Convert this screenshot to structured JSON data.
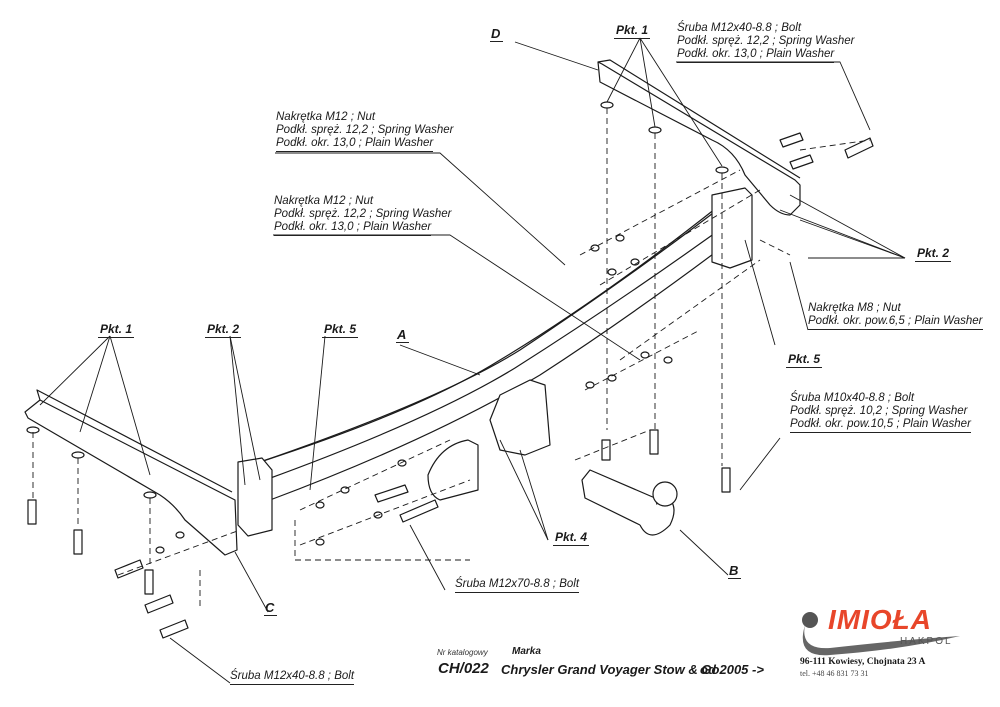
{
  "labels": {
    "top_right_bolt": [
      "Śruba M12x40-8.8 ;  Bolt",
      "Podkł. spręż. 12,2 ; Spring Washer",
      "Podkł.  okr. 13,0 ; Plain Washer"
    ],
    "nut_upper": [
      "Nakrętka  M12 ; Nut",
      "Podkł. spręż. 12,2 ; Spring Washer",
      "Podkł.  okr. 13,0 ; Plain Washer"
    ],
    "nut_lower": [
      "Nakrętka  M12 ; Nut",
      "Podkł. spręż. 12,2 ; Spring Washer",
      "Podkł.  okr. 13,0 ; Plain Washer"
    ],
    "nut_m8": [
      "Nakrętka  M8 ; Nut",
      "Podkł. okr. pow.6,5 ; Plain Washer"
    ],
    "bolt_m10": [
      "Śruba M10x40-8.8 ;  Bolt",
      "Podkł. spręż. 10,2 ; Spring Washer",
      "Podkł.  okr. pow.10,5 ; Plain Washer"
    ],
    "bolt_m12x70": "Śruba M12x70-8.8 ;  Bolt",
    "bolt_m12x40_bottom": "Śruba M12x40-8.8 ;  Bolt"
  },
  "points": {
    "pkt1_top": "Pkt. 1",
    "pkt1_left": "Pkt. 1",
    "pkt2_left": "Pkt. 2",
    "pkt2_right": "Pkt. 2",
    "pkt5_left": "Pkt. 5",
    "pkt5_right": "Pkt. 5",
    "pkt4": "Pkt. 4"
  },
  "parts": {
    "A": "A",
    "B": "B",
    "C": "C",
    "D": "D"
  },
  "footer": {
    "catalog_label": "Nr katalogowy",
    "catalog_number": "CH/022",
    "brand_label": "Marka",
    "model": "Chrysler Grand Voyager Stow & Go",
    "since": "od  2005 ->"
  },
  "company": {
    "logo": "IMIOŁA",
    "sub": "HAKPOL",
    "address": "96-111 Kowiesy, Chojnata 23 A",
    "phone": "tel. +48 46 831 73 31",
    "brand_color": "#e8462a"
  }
}
